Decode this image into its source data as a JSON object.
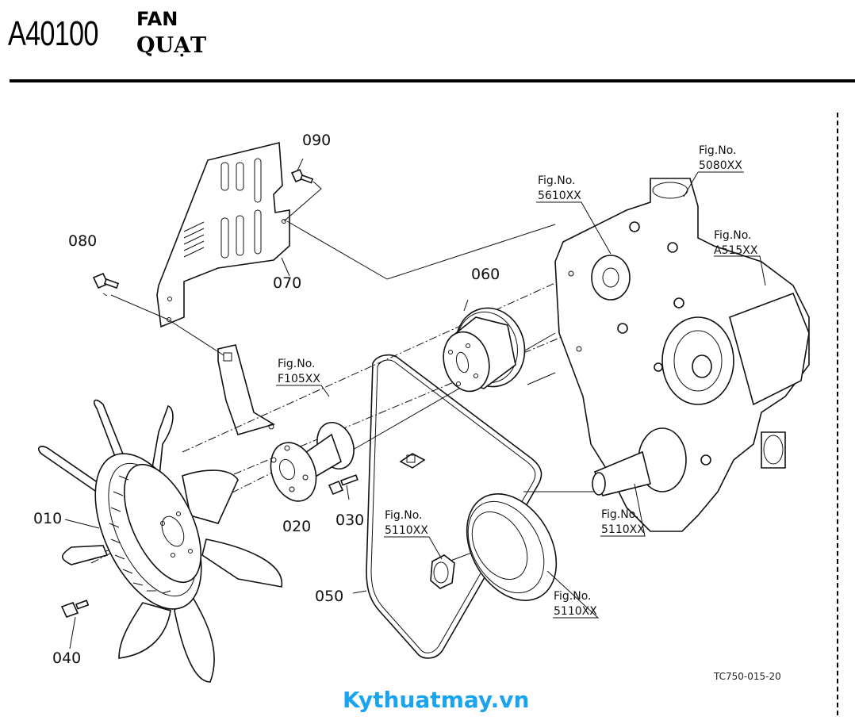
{
  "header": {
    "code": "A40100",
    "title_en": "FAN",
    "title_vi": "QUẠT"
  },
  "parts": [
    {
      "no": "010",
      "name": "fan"
    },
    {
      "no": "020",
      "name": "fan-spacer"
    },
    {
      "no": "030",
      "name": "spacer-bolt"
    },
    {
      "no": "040",
      "name": "fan-bolt"
    },
    {
      "no": "050",
      "name": "fan-belt"
    },
    {
      "no": "060",
      "name": "fan-pulley"
    },
    {
      "no": "070",
      "name": "fan-shroud-bracket"
    },
    {
      "no": "080",
      "name": "bracket-bolt"
    },
    {
      "no": "090",
      "name": "bracket-bolt-upper"
    }
  ],
  "fig_refs": [
    {
      "prefix": "Fig.No.",
      "code": "5080XX"
    },
    {
      "prefix": "Fig.No.",
      "code": "5610XX"
    },
    {
      "prefix": "Fig.No.",
      "code": "A515XX"
    },
    {
      "prefix": "Fig.No.",
      "code": "F105XX"
    },
    {
      "prefix": "Fig.No.",
      "code": "5110XX"
    },
    {
      "prefix": "Fig.No.",
      "code": "5110XX"
    },
    {
      "prefix": "Fig.No.",
      "code": "5110XX"
    }
  ],
  "footer": {
    "drawing_ref": "TC750-015-20",
    "watermark": "Kythuatmay.vn",
    "watermark_color": "#1aa3ef"
  }
}
